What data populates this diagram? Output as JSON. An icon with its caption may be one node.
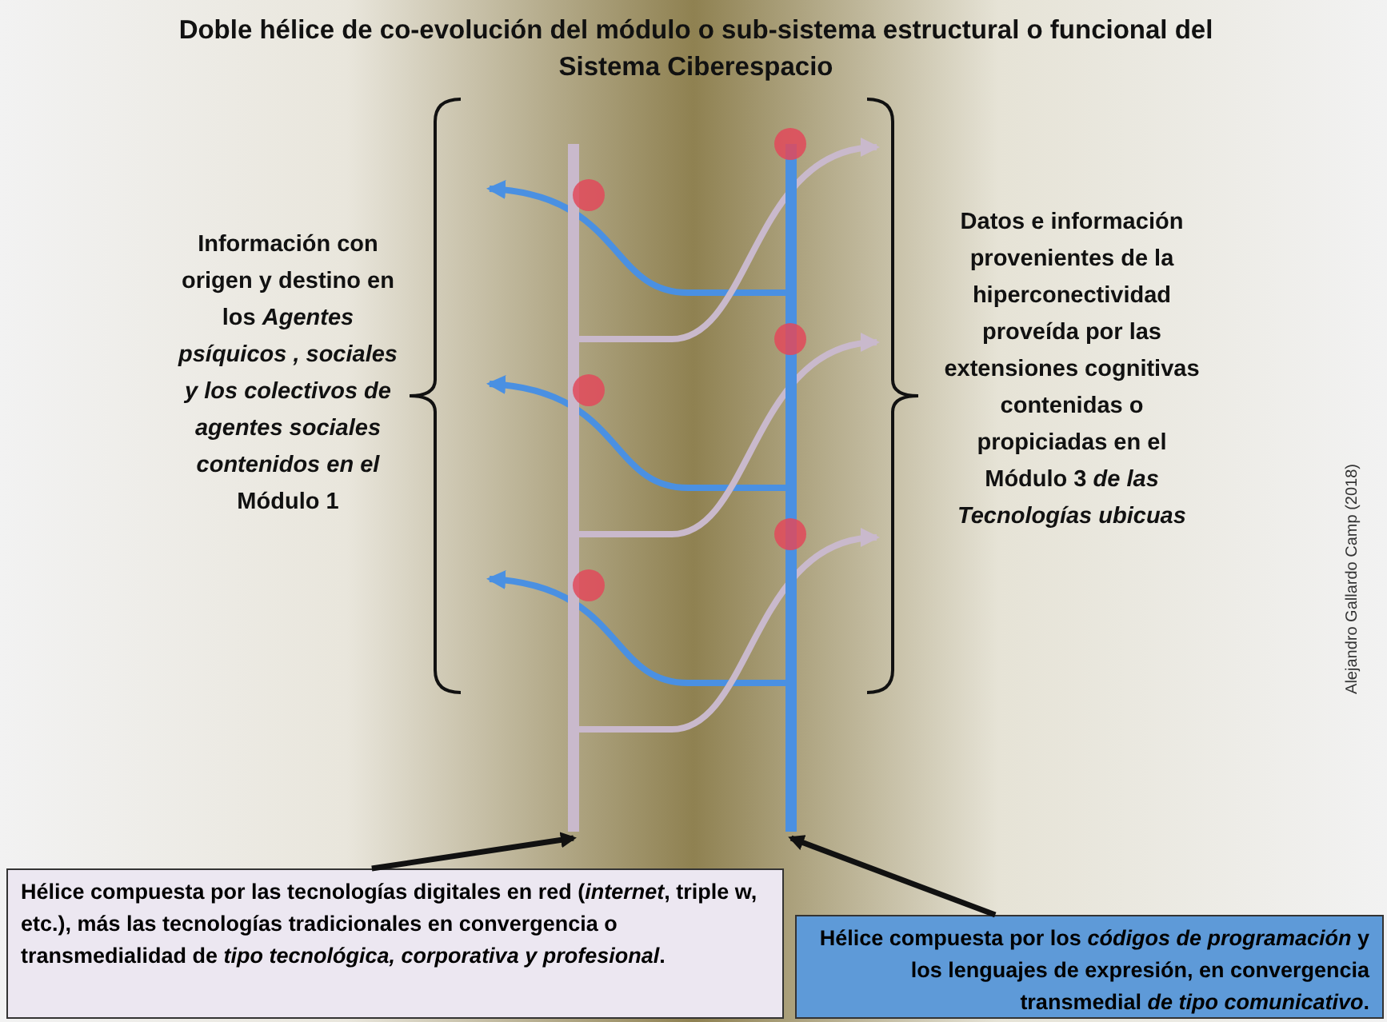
{
  "diagram": {
    "title": "Doble hélice de co-evolución del módulo o sub-sistema estructural o funcional del Sistema Ciberespacio",
    "nodes": [
      {
        "text": [
          "Información con origen y destino en los *Agentes psíquicos , sociales y los colectivos de agentes sociales contenidos en el* Módulo 1"
        ]
      },
      {
        "text": [
          "Datos e información provenientes de la hiperconectividad proveída por las extensiones cognitivas contenidas o propiciadas en el Módulo 3 *de las Tecnologías ubicuas*"
        ]
      },
      {
        "text": [],
        "shape": "bar"
      },
      {
        "text": [],
        "shape": "bar"
      },
      {
        "text": [
          "Hélice compuesta por las tecnologías digitales en red (*internet*, triple w, etc.), más las tecnologías tradicionales en convergencia o transmedialidad de *tipo tecnológica, corporativa y profesional*."
        ]
      },
      {
        "text": [
          "Hélice compuesta por los *códigos de programación* y los lenguajes de expresión, en convergencia transmedial *de tipo comunicativo*."
        ]
      }
    ],
    "edges": [
      {
        "from": 4,
        "to": 2,
        "arrow": "to",
        "color": "#111111"
      },
      {
        "from": 5,
        "to": 3,
        "arrow": "to",
        "color": "#111111"
      },
      {
        "from": 3,
        "to": 0,
        "arrow": "to",
        "color": "#4a90e2"
      },
      {
        "from": 2,
        "to": 1,
        "arrow": "to",
        "color": "#c9b9cc"
      },
      {
        "from": 3,
        "to": 0,
        "arrow": "to",
        "color": "#4a90e2"
      },
      {
        "from": 2,
        "to": 1,
        "arrow": "to",
        "color": "#c9b9cc"
      },
      {
        "from": 3,
        "to": 0,
        "arrow": "to",
        "color": "#4a90e2"
      },
      {
        "from": 2,
        "to": 1,
        "arrow": "to",
        "color": "#c9b9cc"
      }
    ],
    "labels": [
      "Alejandro Gallardo Camp (2018)"
    ]
  }
}
